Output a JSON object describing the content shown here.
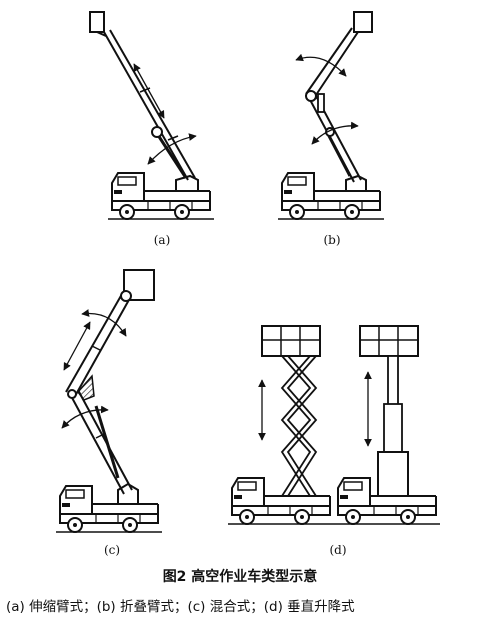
{
  "figure": {
    "panels": [
      {
        "label": "(a)"
      },
      {
        "label": "(b)"
      },
      {
        "label": "(c)"
      },
      {
        "label": "(d)"
      }
    ],
    "title": "图2  高空作业车类型示意",
    "caption": "(a) 伸缩臂式；(b) 折叠臂式；(c) 混合式；(d) 垂直升降式"
  },
  "colors": {
    "ink": "#111111",
    "background": "#ffffff"
  }
}
